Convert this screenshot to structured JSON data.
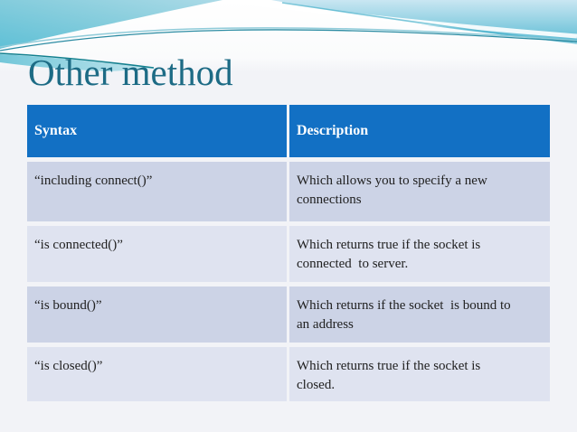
{
  "slide": {
    "title": "Other method"
  },
  "table": {
    "headers": [
      "Syntax",
      "Description"
    ],
    "rows": [
      {
        "syntax": "“including connect()”",
        "description": "Which allows you to specify a new\nconnections"
      },
      {
        "syntax": "“is connected()”",
        "description": "Which returns true if the socket is\nconnected  to server."
      },
      {
        "syntax": "“is bound()”",
        "description": "Which returns if the socket  is bound to\nan address"
      },
      {
        "syntax": "“is closed()”",
        "description": "Which returns true if the socket is\nclosed."
      }
    ]
  },
  "colors": {
    "accent_header": "#1270C4",
    "header_text": "#FFFFFF",
    "row_band_dark": "#CCD3E6",
    "row_band_light": "#DFE3F0",
    "body_text": "#212121",
    "title_text": "#1D6B85",
    "slide_background": "#F2F3F7",
    "banner_teal": "#66C2D7",
    "banner_light_blue": "#C9E6F2"
  }
}
